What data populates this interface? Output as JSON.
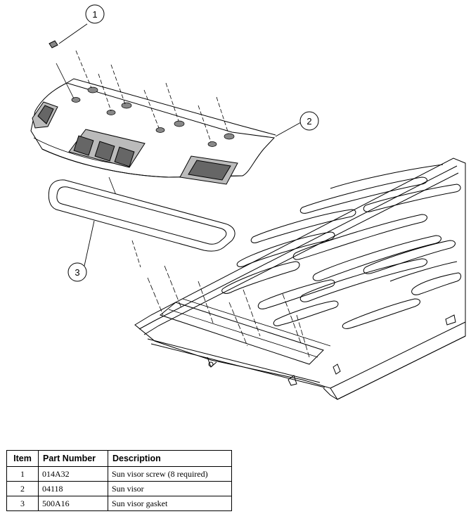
{
  "callouts": [
    "1",
    "2",
    "3"
  ],
  "table": {
    "headers": [
      "Item",
      "Part Number",
      "Description"
    ],
    "rows": [
      {
        "item": "1",
        "part_number": "014A32",
        "description": "Sun visor screw (8 required)"
      },
      {
        "item": "2",
        "part_number": "04118",
        "description": "Sun visor"
      },
      {
        "item": "3",
        "part_number": "500A16",
        "description": "Sun visor gasket"
      }
    ]
  }
}
